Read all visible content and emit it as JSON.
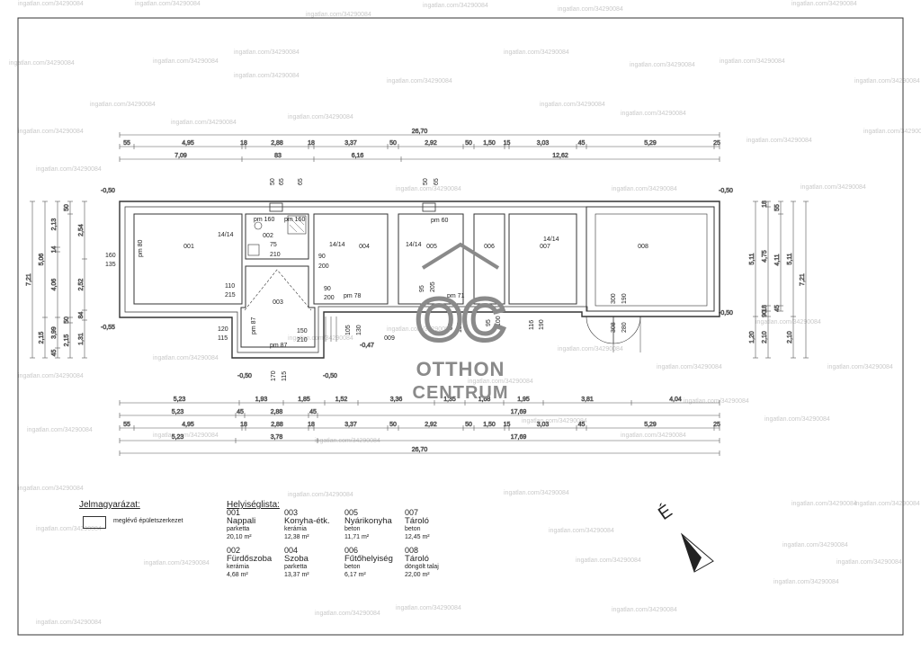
{
  "watermark_text": "ingatlan.com/34290084",
  "colors": {
    "line": "#333333",
    "dim": "#555555",
    "logo": "#8a8a8a"
  },
  "logo": {
    "brand_1": "OTTHON",
    "brand_2": "CENTRUM",
    "monogram": "OC"
  },
  "top_dims": {
    "total": "26,70",
    "row2": [
      "7,09",
      "83",
      "6,16",
      "12,62"
    ],
    "row1": [
      "55",
      "4,95",
      "18",
      "2,88",
      "18",
      "3,37",
      "50",
      "2,92",
      "50",
      "1,50",
      "15",
      "3,03",
      "45",
      "5,29",
      "25"
    ]
  },
  "bottom_dims": {
    "row1": [
      "5,23",
      "1,93",
      "1,85",
      "1,52",
      "3,36",
      "1,35",
      "1,68",
      "1,95",
      "3,81",
      "4,04"
    ],
    "row2": [
      "5,23",
      "45",
      "2,88",
      "45",
      "17,69"
    ],
    "row3": [
      "55",
      "4,95",
      "18",
      "2,88",
      "18",
      "3,37",
      "50",
      "2,92",
      "50",
      "1,50",
      "15",
      "3,03",
      "45",
      "5,29",
      "25"
    ],
    "row4": [
      "5,23",
      "3,78",
      "17,69"
    ],
    "total": "26,70"
  },
  "left_dims": {
    "outer": "7,21",
    "col2": [
      "5,06",
      "2,15"
    ],
    "col3": [
      "2,13",
      "14",
      "4,06",
      "3,99",
      "45"
    ],
    "col4": [
      "50",
      "50",
      "2,15"
    ],
    "col5": [
      "2,54",
      "2,52",
      "84",
      "1,31"
    ]
  },
  "right_dims": {
    "col1": [
      "5,11",
      "1,20"
    ],
    "col2": [
      "18",
      "4,75",
      "18",
      "90",
      "2,10"
    ],
    "col3": [
      "55",
      "4,11",
      "45"
    ],
    "col4": [
      "5,11",
      "2,10"
    ],
    "outer": "7,21"
  },
  "levels": [
    "-0,50",
    "-0,55",
    "-0,50",
    "-0,50",
    "-0,47",
    "-0,50",
    "-0,50"
  ],
  "plan_labels": {
    "rooms": [
      "001",
      "002",
      "003",
      "004",
      "005",
      "006",
      "007",
      "008",
      "009"
    ],
    "openings": [
      "14/14",
      "14/14",
      "14/14",
      "14/14",
      "pm 80",
      "pm 160",
      "pm 160",
      "pm 60",
      "pm 78",
      "pm 71",
      "pm 87",
      "pm 87"
    ],
    "sizes": [
      "50",
      "65",
      "65",
      "50",
      "65",
      "75",
      "210",
      "90",
      "200",
      "110",
      "215",
      "90",
      "200",
      "160",
      "135",
      "120",
      "115",
      "150",
      "210",
      "105",
      "130",
      "95",
      "205",
      "60",
      "130",
      "95",
      "100",
      "116",
      "190",
      "300",
      "190",
      "308",
      "280",
      "170",
      "115"
    ]
  },
  "north_label": "É",
  "legend": {
    "title": "Jelmagyarázat:",
    "item": "meglévő épületszerkezet"
  },
  "room_list": {
    "title": "Helyiséglista:",
    "rooms": [
      {
        "num": "001",
        "name": "Nappali",
        "floor": "parketta",
        "area": "20,10 m²"
      },
      {
        "num": "003",
        "name": "Konyha-étk.",
        "floor": "kerámia",
        "area": "12,38 m²"
      },
      {
        "num": "005",
        "name": "Nyárikonyha",
        "floor": "beton",
        "area": "11,71 m²"
      },
      {
        "num": "007",
        "name": "Tároló",
        "floor": "beton",
        "area": "12,45 m²"
      },
      {
        "num": "002",
        "name": "Fürdőszoba",
        "floor": "kerámia",
        "area": "4,68 m²"
      },
      {
        "num": "004",
        "name": "Szoba",
        "floor": "parketta",
        "area": "13,37 m²"
      },
      {
        "num": "006",
        "name": "Fűtőhelyiség",
        "floor": "beton",
        "area": "6,17 m²"
      },
      {
        "num": "008",
        "name": "Tároló",
        "floor": "döngölt talaj",
        "area": "22,00 m²"
      }
    ]
  }
}
